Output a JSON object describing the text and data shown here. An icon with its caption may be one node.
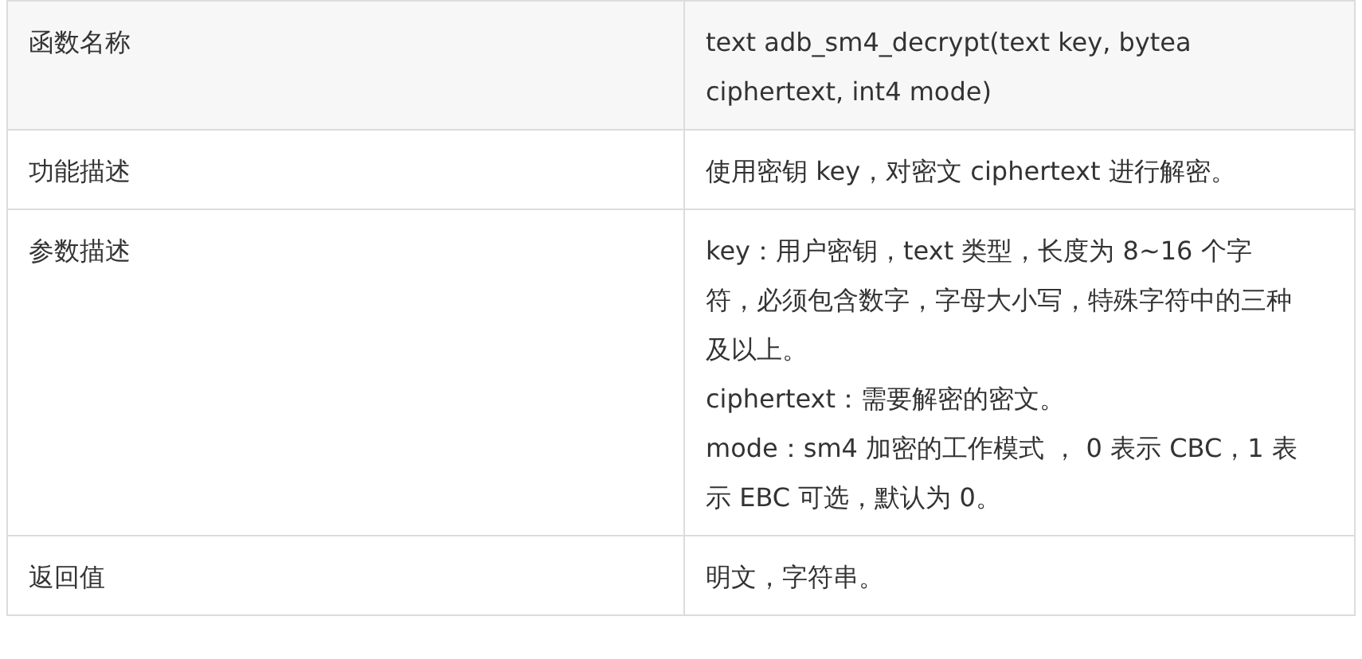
{
  "diagram": {
    "labels": [
      "函数名称",
      "text adb_sm4_decrypt(text key, bytea ciphertext, int4 mode)",
      "功能描述",
      "使用密钥 key，对密文 ciphertext 进行解密。",
      "参数描述",
      "key：用户密钥，text 类型，长度为 8~16 个字符，必须包含数字，字母大小写，特殊字符中的三种及以上。",
      "ciphertext：需要解密的密文。",
      "mode：sm4 加密的工作模式 ， 0 表示 CBC，1 表示 EBC 可选，默认为 0。",
      "返回值",
      "明文，字符串。"
    ]
  }
}
